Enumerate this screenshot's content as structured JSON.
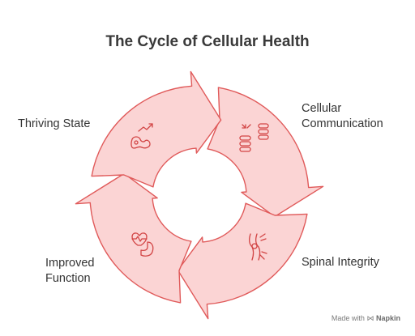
{
  "title": "The Cycle of Cellular Health",
  "colors": {
    "fill": "#fbd4d4",
    "stroke": "#e05a5a",
    "icon": "#d24545",
    "text": "#333333"
  },
  "stages": [
    {
      "label": "Cellular\nCommunication",
      "icon": "signal-cells-icon"
    },
    {
      "label": "Spinal Integrity",
      "icon": "spine-joint-icon"
    },
    {
      "label": "Improved\nFunction",
      "icon": "heart-muscle-icon"
    },
    {
      "label": "Thriving State",
      "icon": "growth-trend-icon"
    }
  ],
  "watermark": {
    "prefix": "Made with",
    "brand": "Napkin"
  }
}
